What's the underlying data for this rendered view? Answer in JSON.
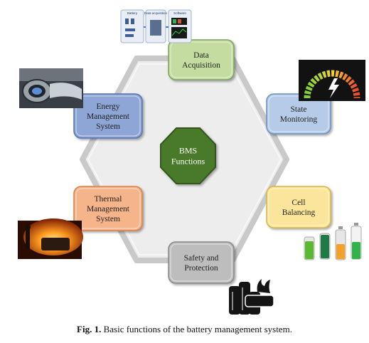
{
  "diagram": {
    "center": {
      "lines": [
        "BMS",
        "Functions"
      ]
    },
    "functions": [
      {
        "id": "data-acquisition",
        "lines": [
          "Data",
          "Acquisition"
        ],
        "fill": "#c5dca0",
        "stroke": "#7aa35a"
      },
      {
        "id": "state-monitoring",
        "lines": [
          "State",
          "Monitoring"
        ],
        "fill": "#b5cbe8",
        "stroke": "#6d8fc0"
      },
      {
        "id": "cell-balancing",
        "lines": [
          "Cell",
          "Balancing"
        ],
        "fill": "#fbe59a",
        "stroke": "#d9b540"
      },
      {
        "id": "safety-protection",
        "lines": [
          "Safety and",
          "Protection"
        ],
        "fill": "#bdbdbd",
        "stroke": "#888888"
      },
      {
        "id": "thermal-management",
        "lines": [
          "Thermal",
          "Management",
          "System"
        ],
        "fill": "#f6b48a",
        "stroke": "#d9804a"
      },
      {
        "id": "energy-management",
        "lines": [
          "Energy",
          "Management",
          "System"
        ],
        "fill": "#8ea6d6",
        "stroke": "#5674b0"
      }
    ],
    "colors": {
      "hexagon_fill": "#ededed",
      "hexagon_stroke": "#c9c9c9",
      "center_fill": "#4a7a2c",
      "center_stroke": "#33571d"
    },
    "thumbnails": {
      "data_acquisition_headers": [
        "Battery",
        "Data acquisition",
        "Software"
      ]
    }
  },
  "caption": {
    "label": "Fig. 1.",
    "text": "Basic functions of the battery management system."
  }
}
